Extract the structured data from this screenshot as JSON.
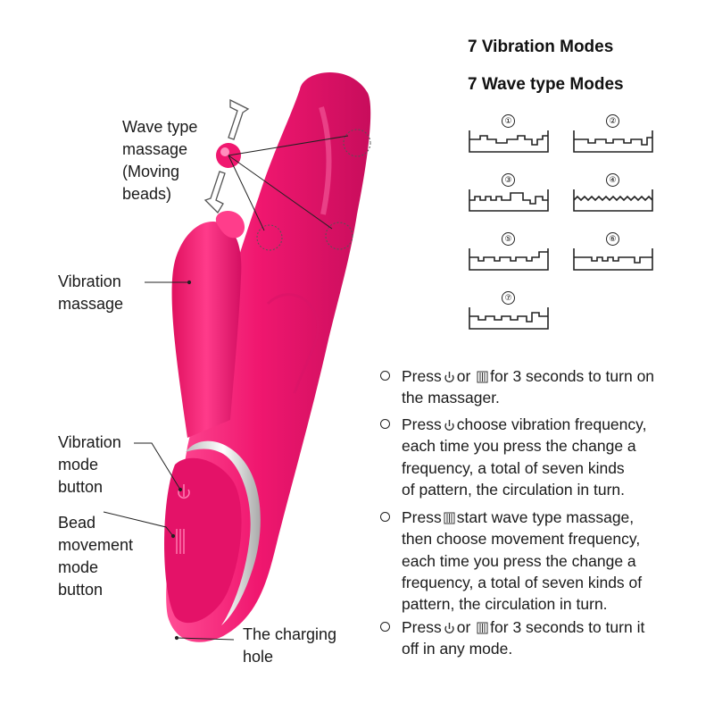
{
  "titles": {
    "vibration_modes": "7 Vibration Modes",
    "wave_modes": "7 Wave type  Modes"
  },
  "labels": {
    "wave_massage": [
      "Wave type",
      "massage",
      "(Moving",
      "beads)"
    ],
    "vibration_massage": [
      "Vibration",
      "massage"
    ],
    "vibration_button": [
      "Vibration",
      "mode",
      "button"
    ],
    "bead_button": [
      "Bead",
      "movement",
      "mode",
      "button"
    ],
    "charging_hole": [
      "The charging",
      "hole"
    ]
  },
  "wave_patterns": [
    {
      "number": "①"
    },
    {
      "number": "②"
    },
    {
      "number": "③"
    },
    {
      "number": "④"
    },
    {
      "number": "⑤"
    },
    {
      "number": "⑥"
    },
    {
      "number": "⑦"
    }
  ],
  "instructions": {
    "turn_on": {
      "w1": "Press",
      "w2": "or",
      "w3": "for 3 seconds to turn on",
      "line2": "the massager."
    },
    "vibration": {
      "w1": "Press",
      "w2": "choose vibration frequency,",
      "lines": [
        "each time you press the change a",
        "frequency, a total of seven kinds",
        "of pattern, the circulation in turn."
      ]
    },
    "wave": {
      "w1": "Press",
      "w2": "start wave type massage,",
      "lines": [
        "then choose movement frequency,",
        "each time you press the change a",
        "frequency, a total of seven kinds of",
        "pattern, the circulation in turn."
      ]
    },
    "turn_off": {
      "w1": "Press",
      "w2": "or",
      "w3": "for 3 seconds to turn it",
      "line2": "off in any mode."
    }
  },
  "colors": {
    "product_pink": "#f0176f",
    "product_shadow": "#c4105a",
    "highlight": "#ff5c9e",
    "trim_silver": "#d8d8d8"
  }
}
